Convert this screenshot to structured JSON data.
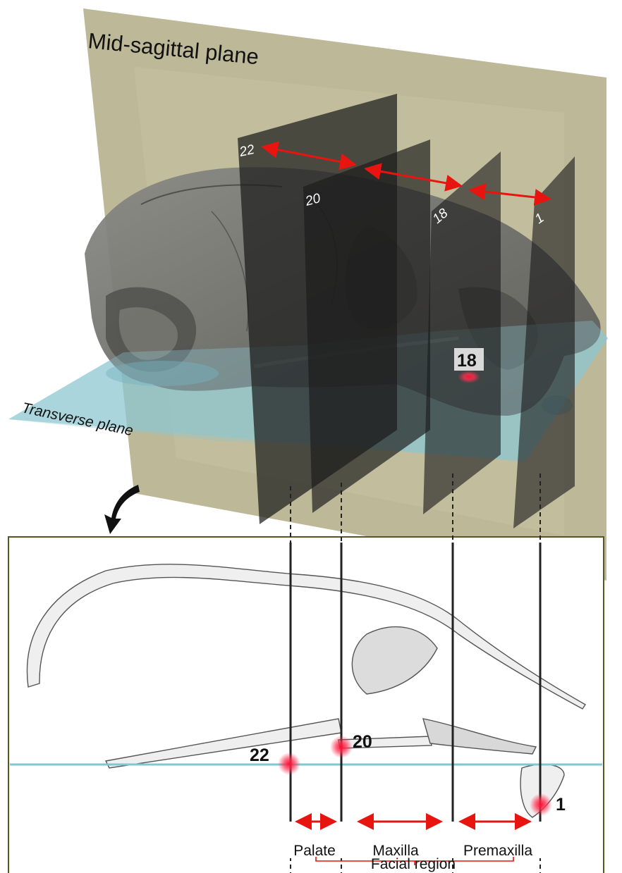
{
  "planes": {
    "mid_sagittal_label": "Mid-sagittal plane",
    "transverse_label": "Transverse plane"
  },
  "slices": {
    "s22": "22",
    "s20": "20",
    "s18": "18",
    "s1": "1"
  },
  "landmarks": {
    "top_18": "18",
    "bottom_22": "22",
    "bottom_20": "20",
    "bottom_1": "1"
  },
  "regions": {
    "palate": "Palate",
    "maxilla": "Maxilla",
    "premaxilla": "Premaxilla",
    "facial": "Facial region"
  },
  "colors": {
    "sagittal_plane": "#b7b38f",
    "transverse_plane": "#8cc6d2",
    "slice_plane": "#1c1c1c",
    "arrow": "#e8140f",
    "landmark_glow": "#ff2a3a",
    "reference_line": "#7ec8d4",
    "panel_frame": "#5a5420"
  },
  "icons": {
    "curved_arrow": "curved-down-arrow-icon"
  }
}
